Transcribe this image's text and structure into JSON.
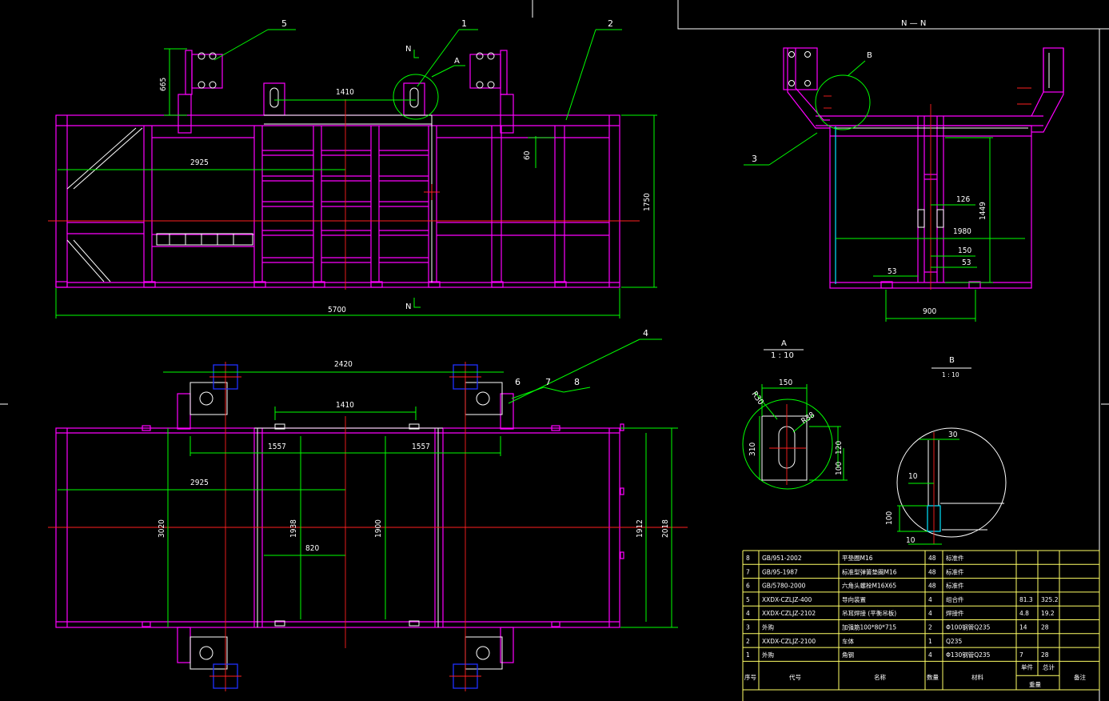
{
  "front_view": {
    "dims": {
      "width_total": "5700",
      "half": "2925",
      "lug_spacing": "1410",
      "height": "1750",
      "top_ext": "665",
      "gap": "60"
    },
    "section_mark": "N",
    "balloons": [
      "5",
      "1",
      "2"
    ],
    "detail_ref": "A"
  },
  "side_view": {
    "title": "N — N",
    "dims": {
      "d126": "126",
      "d1449": "1449",
      "d1980": "1980",
      "d150": "150",
      "d53a": "53",
      "d53b": "53",
      "d900": "900"
    },
    "balloons": [
      "3"
    ],
    "detail_ref": "B"
  },
  "plan_view": {
    "dims": {
      "d2420": "2420",
      "d1410": "1410",
      "d1557a": "1557",
      "d1557b": "1557",
      "d2925": "2925",
      "d3020": "3020",
      "d1938": "1938",
      "d1900": "1900",
      "d820": "820",
      "d1912": "1912",
      "d2018": "2018"
    },
    "balloons": [
      "4",
      "6",
      "7",
      "8"
    ]
  },
  "detail_a": {
    "title": "A",
    "scale": "1 : 10",
    "dims": {
      "d150": "150",
      "r30": "R30",
      "r38": "R38",
      "d310": "310",
      "d120": "120",
      "d100": "100"
    }
  },
  "detail_b": {
    "title": "B",
    "scale": "1 : 10",
    "dims": {
      "d30": "30",
      "d10a": "10",
      "d100": "100",
      "d10b": "10"
    }
  },
  "bom": {
    "rows": [
      {
        "no": "8",
        "code": "GB/951-2002",
        "name": "平垫圈M16",
        "qty": "48",
        "material": "标准件",
        "w1": "",
        "w2": ""
      },
      {
        "no": "7",
        "code": "GB/95-1987",
        "name": "标准型弹簧垫圈M16",
        "qty": "48",
        "material": "标准件",
        "w1": "",
        "w2": ""
      },
      {
        "no": "6",
        "code": "GB/5780-2000",
        "name": "六角头螺栓M16X65",
        "qty": "48",
        "material": "标准件",
        "w1": "",
        "w2": ""
      },
      {
        "no": "5",
        "code": "XXDX-CZLJZ-400",
        "name": "导向装置",
        "qty": "4",
        "material": "组合件",
        "w1": "81.3",
        "w2": "325.2"
      },
      {
        "no": "4",
        "code": "XXDX-CZLJZ-2102",
        "name": "吊耳焊接 (平衡吊板)",
        "qty": "4",
        "material": "焊接件",
        "w1": "4.8",
        "w2": "19.2"
      },
      {
        "no": "3",
        "code": "外购",
        "name": "加强筋100*80*715",
        "qty": "2",
        "material": "Φ100钢管Q235",
        "w1": "14",
        "w2": "28"
      },
      {
        "no": "2",
        "code": "XXDX-CZLJZ-2100",
        "name": "车体",
        "qty": "1",
        "material": "Q235",
        "w1": "",
        "w2": ""
      },
      {
        "no": "1",
        "code": "外购",
        "name": "角钢",
        "qty": "4",
        "material": "Φ130钢管Q235",
        "w1": "7",
        "w2": "28"
      }
    ],
    "header": {
      "no": "序号",
      "code": "代号",
      "name": "名称",
      "qty": "数量",
      "material": "材料",
      "unit": "单件",
      "total": "总计",
      "weight": "重量",
      "remark": "备注"
    }
  }
}
